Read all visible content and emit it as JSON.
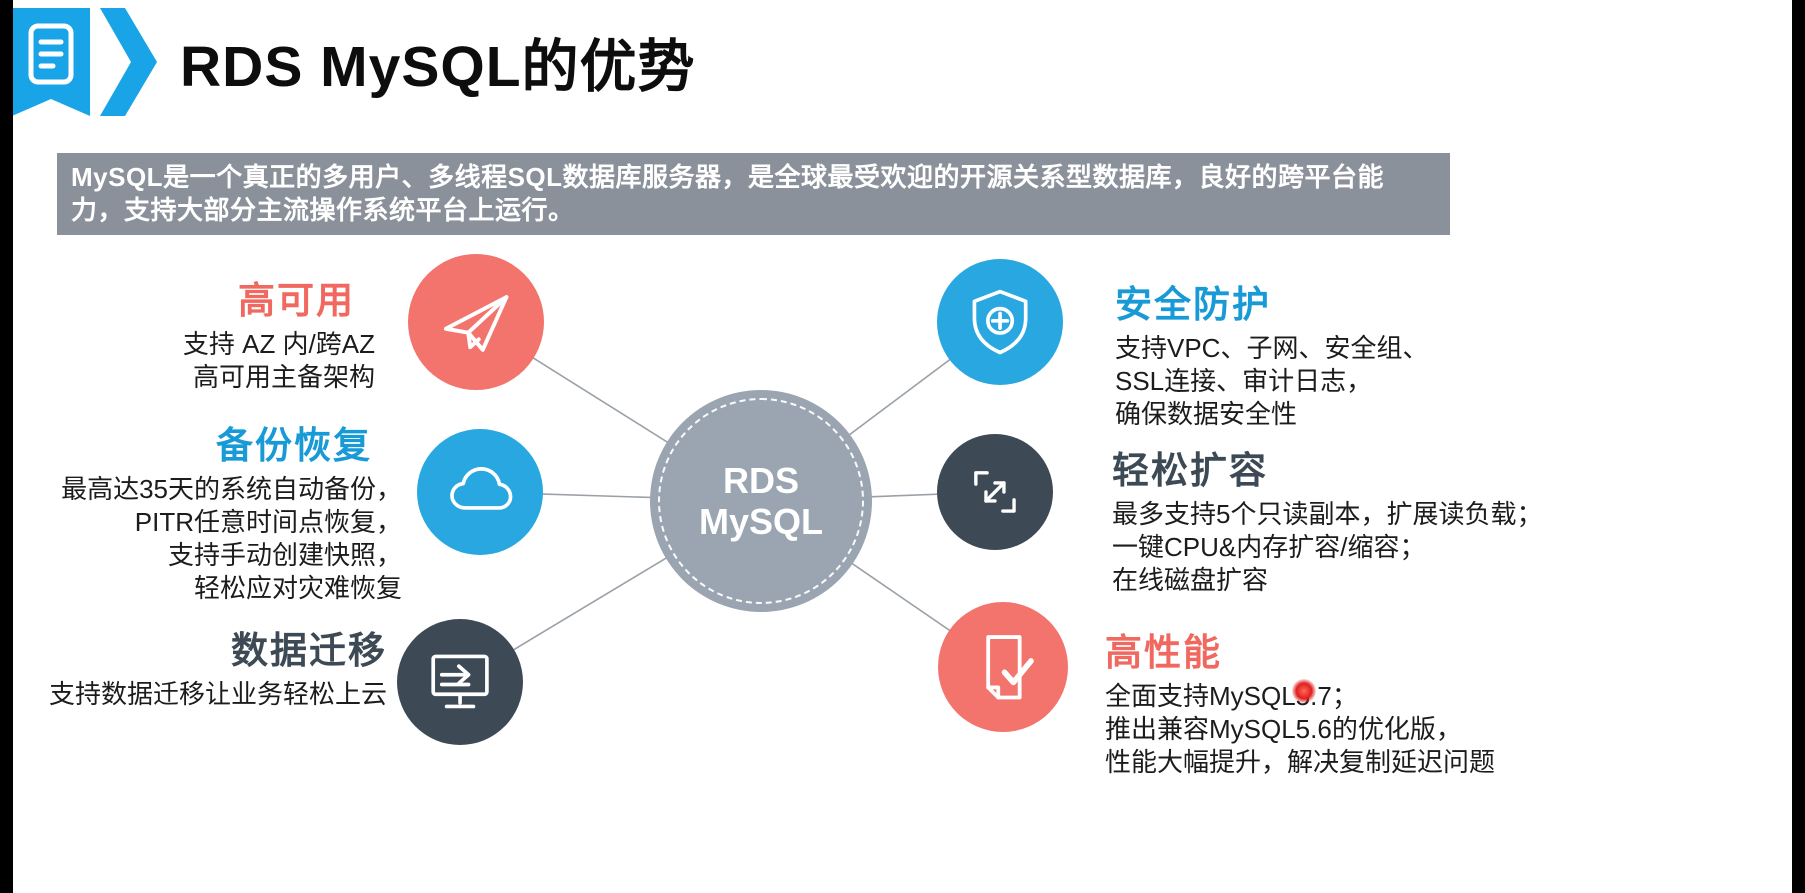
{
  "header": {
    "title": "RDS MySQL的优势"
  },
  "banner": {
    "text": "MySQL是一个真正的多用户、多线程SQL数据库服务器，是全球最受欢迎的开源关系型数据库，良好的跨平台能力，支持大部分主流操作系统平台上运行。"
  },
  "center": {
    "line1": "RDS",
    "line2": "MySQL"
  },
  "features": {
    "left": [
      {
        "title": "高可用",
        "icon": "paper-plane-icon",
        "accent": "#f0685f",
        "lines": [
          "支持 AZ 内/跨AZ",
          "高可用主备架构"
        ]
      },
      {
        "title": "备份恢复",
        "icon": "cloud-icon",
        "accent": "#189ad6",
        "lines": [
          "最高达35天的系统自动备份，",
          "PITR任意时间点恢复，",
          "支持手动创建快照，",
          "轻松应对灾难恢复"
        ]
      },
      {
        "title": "数据迁移",
        "icon": "monitor-arrow-icon",
        "accent": "#3d4a55",
        "lines": [
          "支持数据迁移让业务轻松上云"
        ]
      }
    ],
    "right": [
      {
        "title": "安全防护",
        "icon": "shield-plus-icon",
        "accent": "#189ad6",
        "lines": [
          "支持VPC、子网、安全组、",
          "SSL连接、审计日志，",
          "确保数据安全性"
        ]
      },
      {
        "title": "轻松扩容",
        "icon": "expand-arrows-icon",
        "accent": "#3d4a55",
        "lines": [
          "最多支持5个只读副本，扩展读负载；",
          "一键CPU&内存扩容/缩容；",
          "在线磁盘扩容"
        ]
      },
      {
        "title": "高性能",
        "icon": "document-check-icon",
        "accent": "#f0685f",
        "lines": [
          "全面支持MySQL5.7；",
          "推出兼容MySQL5.6的优化版，",
          "性能大幅提升，解决复制延迟问题"
        ]
      }
    ]
  },
  "colors": {
    "accent_blue": "#29a7e0",
    "accent_salmon": "#f3746c",
    "accent_dark": "#3d4a55",
    "hub_gray": "#9aa5b1",
    "banner_gray": "#8b919a",
    "laser_red": "#e01f1f"
  }
}
